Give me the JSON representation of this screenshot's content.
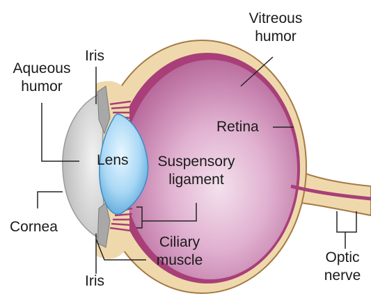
{
  "labels": {
    "vitreous_humor": [
      "Vitreous",
      "humor"
    ],
    "iris_top": "Iris",
    "aqueous_humor": [
      "Aqueous",
      "humor"
    ],
    "retina": "Retina",
    "lens": "Lens",
    "suspensory_ligament": [
      "Suspensory",
      "ligament"
    ],
    "cornea": "Cornea",
    "ciliary_muscle": [
      "Ciliary",
      "muscle"
    ],
    "iris_bottom": "Iris",
    "optic_nerve": [
      "Optic",
      "nerve"
    ]
  },
  "colors": {
    "sclera": "#efd9ac",
    "choroid": "#a83f78",
    "vitreous": "#c87fb4",
    "vitreous_light": "#f2dcea",
    "cornea": "#d7d7d7",
    "lens": "#9fd0f0",
    "leader_line": "#222222"
  }
}
